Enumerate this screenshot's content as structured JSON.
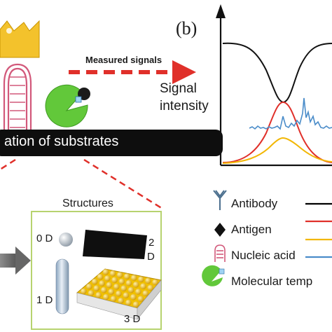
{
  "panel_b": {
    "label": "(b)",
    "signal_label_line1": "Signal",
    "signal_label_line2": "intensity",
    "measured_signals": "Measured signals"
  },
  "substrate_bar": {
    "label": "ation of substrates"
  },
  "structures": {
    "title": "Structures",
    "dim_0": "0 D",
    "dim_1": "1 D",
    "dim_2a": "2",
    "dim_2b": "D",
    "dim_3": "3 D"
  },
  "legend": {
    "items": [
      {
        "label": "Antibody",
        "line_color": "#000000"
      },
      {
        "label": "Antigen",
        "line_color": "#e0302a"
      },
      {
        "label": "Nucleic acid",
        "line_color": "#f2b705"
      },
      {
        "label": "Molecular temp",
        "line_color": "#4a8cc9"
      }
    ]
  },
  "colors": {
    "red": "#e0302a",
    "black": "#111111",
    "yellow": "#f2b705",
    "blue": "#4a8cc9",
    "green": "#62c83a",
    "pink": "#d2587a",
    "box_border": "#b7d36f",
    "crown": "#f3c22c"
  }
}
